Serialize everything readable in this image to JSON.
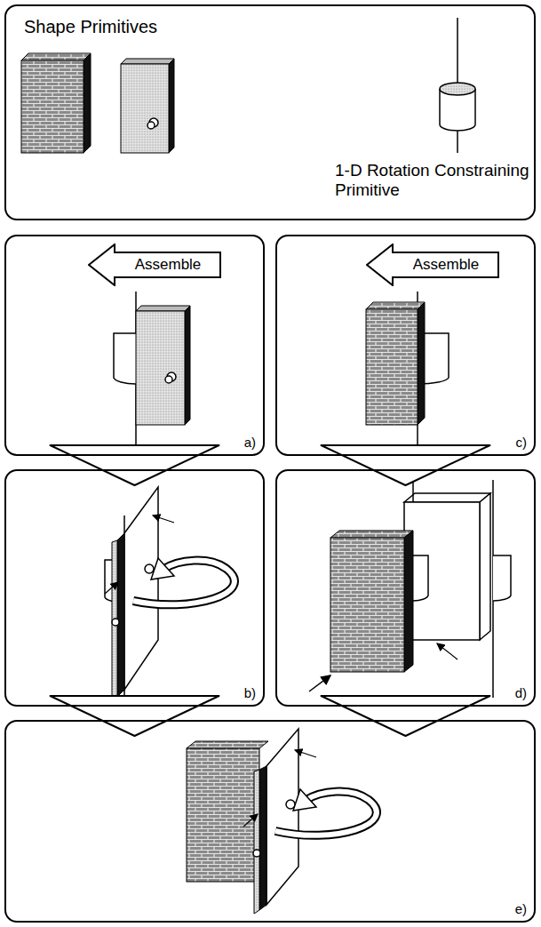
{
  "diagram": {
    "nodes": [
      {
        "text": [
          "Shape Primitives",
          "1-D Rotation Constraining Primitive"
        ]
      },
      {
        "text": [
          "a)"
        ]
      },
      {
        "text": [
          "Assemble"
        ],
        "in": 1
      },
      {
        "text": [
          "c)"
        ]
      },
      {
        "text": [
          "Assemble"
        ],
        "in": 3
      },
      {
        "text": [
          "b)"
        ]
      },
      {
        "text": [
          "d)"
        ]
      },
      {
        "text": [
          "e)"
        ]
      }
    ],
    "edges": [
      {
        "from": 1,
        "to": 5,
        "arrow": "to"
      },
      {
        "from": 3,
        "to": 6,
        "arrow": "to"
      },
      {
        "from": 5,
        "to": 7,
        "arrow": "to"
      },
      {
        "from": 6,
        "to": 7,
        "arrow": "to"
      }
    ]
  }
}
